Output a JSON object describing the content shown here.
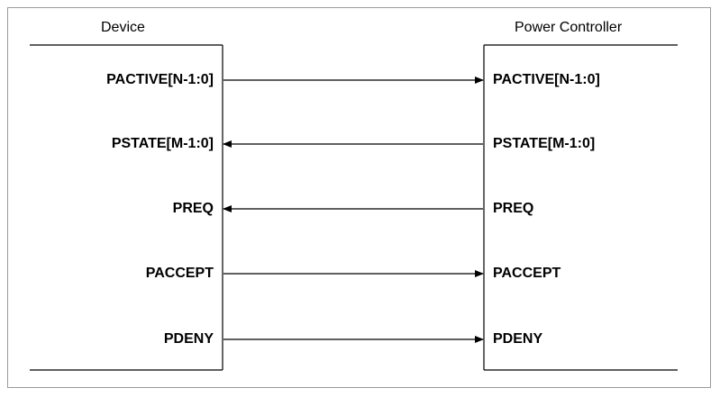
{
  "diagram": {
    "left_block": {
      "title": "Device"
    },
    "right_block": {
      "title": "Power Controller"
    },
    "signals": [
      {
        "left_label": "PACTIVE[N-1:0]",
        "right_label": "PACTIVE[N-1:0]",
        "direction": "to-controller"
      },
      {
        "left_label": "PSTATE[M-1:0]",
        "right_label": "PSTATE[M-1:0]",
        "direction": "to-device"
      },
      {
        "left_label": "PREQ",
        "right_label": "PREQ",
        "direction": "to-device"
      },
      {
        "left_label": "PACCEPT",
        "right_label": "PACCEPT",
        "direction": "to-controller"
      },
      {
        "left_label": "PDENY",
        "right_label": "PDENY",
        "direction": "to-controller"
      }
    ]
  }
}
